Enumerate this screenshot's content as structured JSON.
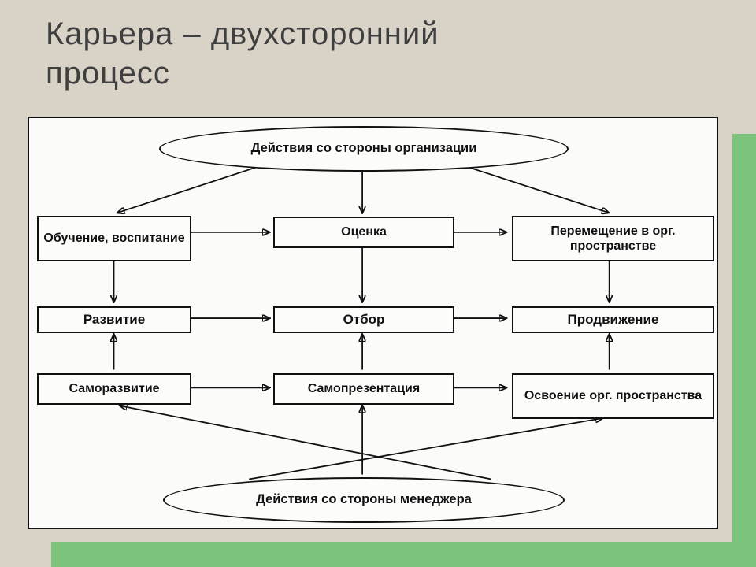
{
  "slide": {
    "title": "Карьера – двухсторонний процесс"
  },
  "diagram": {
    "top_ellipse": "Действия со стороны организации",
    "bottom_ellipse": "Действия со стороны менеджера",
    "row1": [
      "Обучение, воспитание",
      "Оценка",
      "Перемещение в орг. пространстве"
    ],
    "row2": [
      "Развитие",
      "Отбор",
      "Продвижение"
    ],
    "row3": [
      "Саморазвитие",
      "Самопрезентация",
      "Освоение орг. пространства"
    ]
  },
  "colors": {
    "background_beige": "#d9d3c7",
    "accent_green": "#7cc47c",
    "diagram_bg": "#fbfbfa",
    "line_black": "#111111",
    "title_gray": "#3f3f3f"
  }
}
